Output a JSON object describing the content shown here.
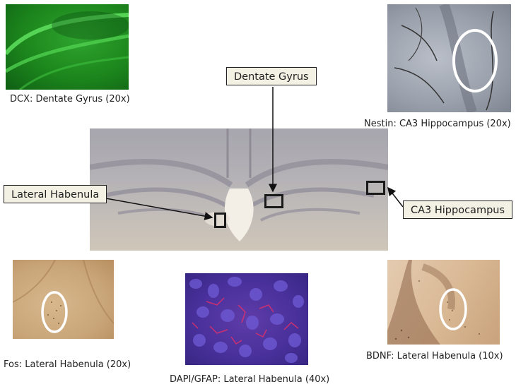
{
  "captions": {
    "dcx": "DCX: Dentate Gyrus (20x)",
    "nestin": "Nestin: CA3 Hippocampus (20x)",
    "fos": "Fos: Lateral Habenula (20x)",
    "dapi_gfap": "DAPI/GFAP:  Lateral Habenula (40x)",
    "bdnf": "BDNF: Lateral Habenula (10x)"
  },
  "callouts": {
    "dentate_gyrus": "Dentate Gyrus",
    "lateral_habenula": "Lateral Habenula",
    "ca3_hippocampus": "CA3 Hippocampus"
  },
  "colors": {
    "dcx_stain": "#2ea42e",
    "nestin_stain": "#9aa0ab",
    "fos_stain": "#c9a679",
    "dapi_stain": "#4a2f9e",
    "gfap_stain": "#e0306a",
    "bdnf_stain": "#d9b894",
    "callout_fill": "#f2f1e4",
    "highlight_circle": "#ffffff"
  }
}
